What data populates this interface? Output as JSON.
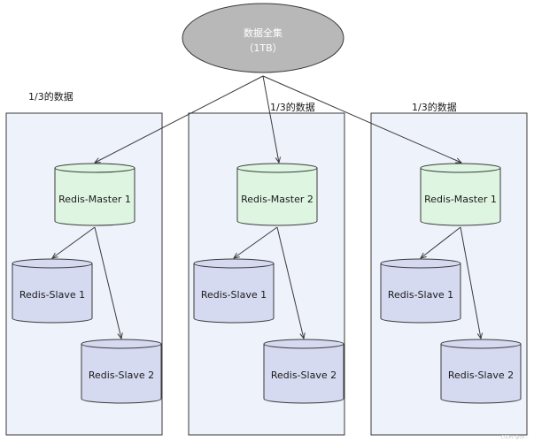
{
  "root": {
    "line1": "数据全集",
    "line2": "（1TB）"
  },
  "shards": [
    {
      "label": "1/3的数据",
      "master": "Redis-Master 1",
      "slave1": "Redis-Slave 1",
      "slave2": "Redis-Slave 2"
    },
    {
      "label": "1/3的数据",
      "master": "Redis-Master 2",
      "slave1": "Redis-Slave 1",
      "slave2": "Redis-Slave 2"
    },
    {
      "label": "1/3的数据",
      "master": "Redis-Master 1",
      "slave1": "Redis-Slave 1",
      "slave2": "Redis-Slave 2"
    }
  ],
  "watermark": "CSDN @ce...",
  "colors": {
    "root_fill": "#b8b8b8",
    "panel_fill": "#eef2fb",
    "master_fill": "#def5e1",
    "slave_fill": "#d6daf0",
    "stroke": "#3a3a3a"
  }
}
